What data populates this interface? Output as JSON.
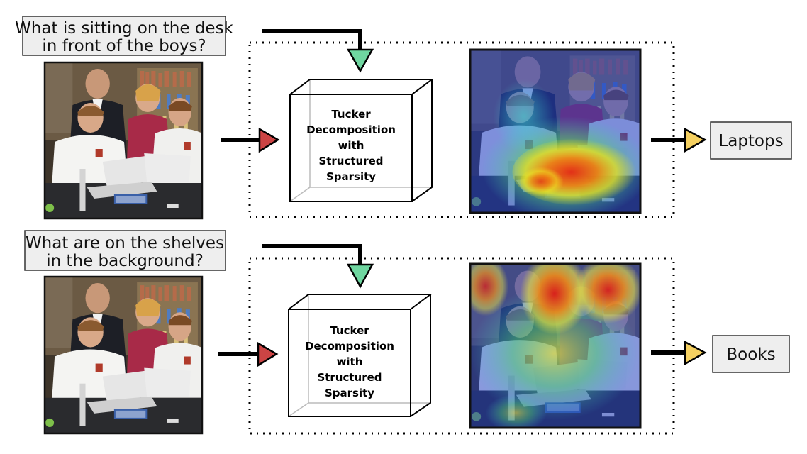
{
  "rows": [
    {
      "question": {
        "line1": "What is sitting on the desk",
        "line2": "in front of the boys?"
      },
      "module": {
        "line1": "Tucker",
        "line2": "Decomposition",
        "line3": "with",
        "line4": "Structured",
        "line5": "Sparsity"
      },
      "answer": "Laptops",
      "heatmap_focus": "laptops on desk"
    },
    {
      "question": {
        "line1": "What are on the shelves",
        "line2": "in the background?"
      },
      "module": {
        "line1": "Tucker",
        "line2": "Decomposition",
        "line3": "with",
        "line4": "Structured",
        "line5": "Sparsity"
      },
      "answer": "Books",
      "heatmap_focus": "bookshelves in background"
    }
  ],
  "colors": {
    "image_arrow_head": "#cc4444",
    "question_arrow_head": "#6fd6a0",
    "answer_arrow_head": "#f5d060",
    "box_fill": "#eeeeee"
  },
  "icons": {
    "photo": "classroom-photo-icon",
    "heatmap": "attention-heatmap-icon"
  }
}
